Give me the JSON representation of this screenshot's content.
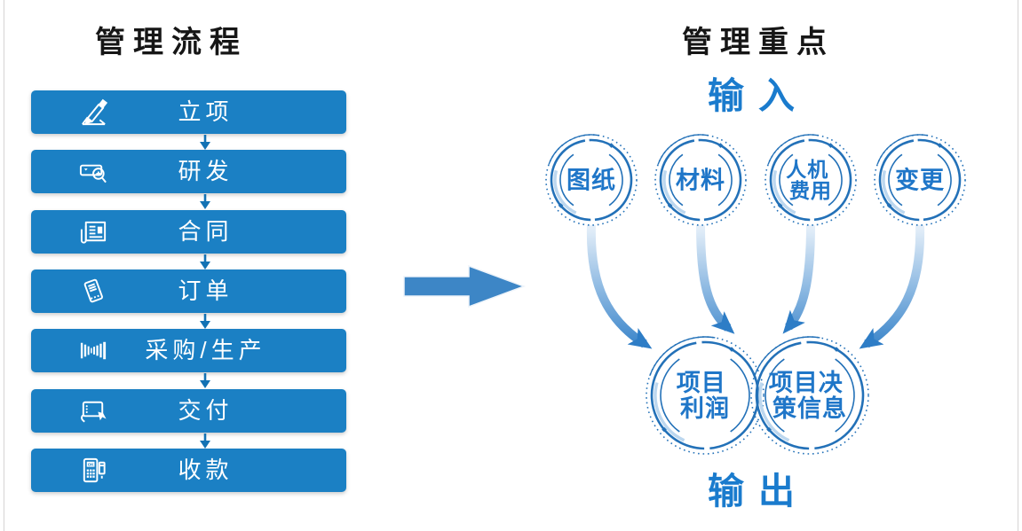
{
  "left_panel": {
    "title": "管理流程",
    "steps": [
      {
        "label": "立项",
        "icon": "signing-icon"
      },
      {
        "label": "研发",
        "icon": "research-icon"
      },
      {
        "label": "合同",
        "icon": "contract-icon"
      },
      {
        "label": "订单",
        "icon": "order-icon"
      },
      {
        "label": "采购/生产",
        "icon": "barcode-icon"
      },
      {
        "label": "交付",
        "icon": "delivery-icon"
      },
      {
        "label": "收款",
        "icon": "pos-icon"
      }
    ]
  },
  "center_arrow": {
    "icon": "right-arrow-icon"
  },
  "right_panel": {
    "title": "管理重点",
    "input_label": "输入",
    "output_label": "输出",
    "inputs": [
      {
        "lines": [
          "图纸"
        ]
      },
      {
        "lines": [
          "材料"
        ]
      },
      {
        "lines": [
          "人机",
          "费用"
        ]
      },
      {
        "lines": [
          "变更"
        ]
      }
    ],
    "outputs": [
      {
        "lines": [
          "项目",
          "利润"
        ]
      },
      {
        "lines": [
          "项目决",
          "策信息"
        ]
      }
    ]
  },
  "colors": {
    "bar_blue": "#1b80c4",
    "big_arrow_blue": "#3d86c6",
    "ring_blue": "#2371b8",
    "circle_text_blue": "#1f76c8",
    "flow_arrow_blue": "#2e7dc6",
    "io_text_blue": "#1a7bcd",
    "title_black": "#161616",
    "connector_blue": "#1272b4"
  }
}
